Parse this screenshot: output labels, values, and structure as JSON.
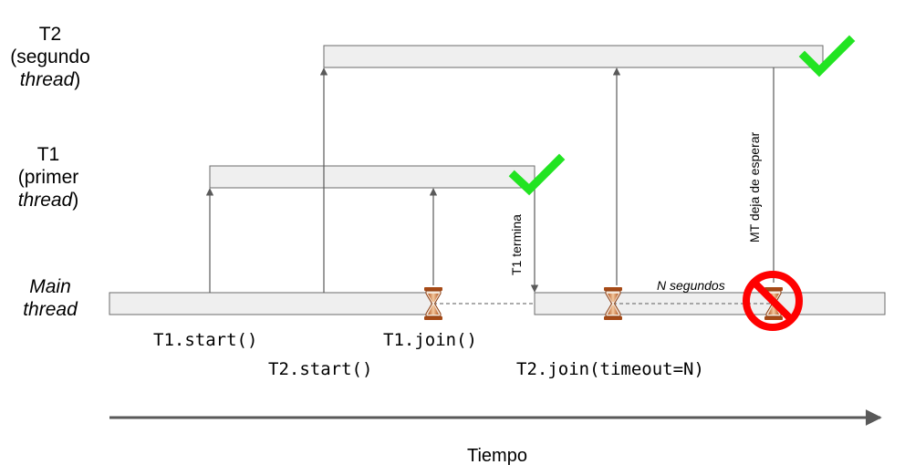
{
  "lanes": {
    "t2": {
      "name": "T2",
      "detail": "(segundo",
      "thread_word": "thread",
      "close": ")"
    },
    "t1": {
      "name": "T1",
      "detail": "(primer",
      "thread_word": "thread",
      "close": ")"
    },
    "main": {
      "line1": "Main",
      "line2": "thread"
    }
  },
  "calls": {
    "t1_start": "T1.start()",
    "t2_start": "T2.start()",
    "t1_join": "T1.join()",
    "t2_join": "T2.join(timeout=N)"
  },
  "annotations": {
    "t1_ends": "T1 termina",
    "mt_stops_waiting": "MT deja de esperar",
    "n_seconds": "N segundos"
  },
  "axis": {
    "label": "Tiempo"
  },
  "icons": {
    "wait": "hourglass-icon",
    "done": "checkmark-icon",
    "cancel": "prohibited-icon"
  },
  "colors": {
    "bar_fill": "#efefef",
    "bar_stroke": "#6b6b6b",
    "check": "#22e422",
    "prohibited": "#ff0000",
    "axis": "#595959"
  }
}
